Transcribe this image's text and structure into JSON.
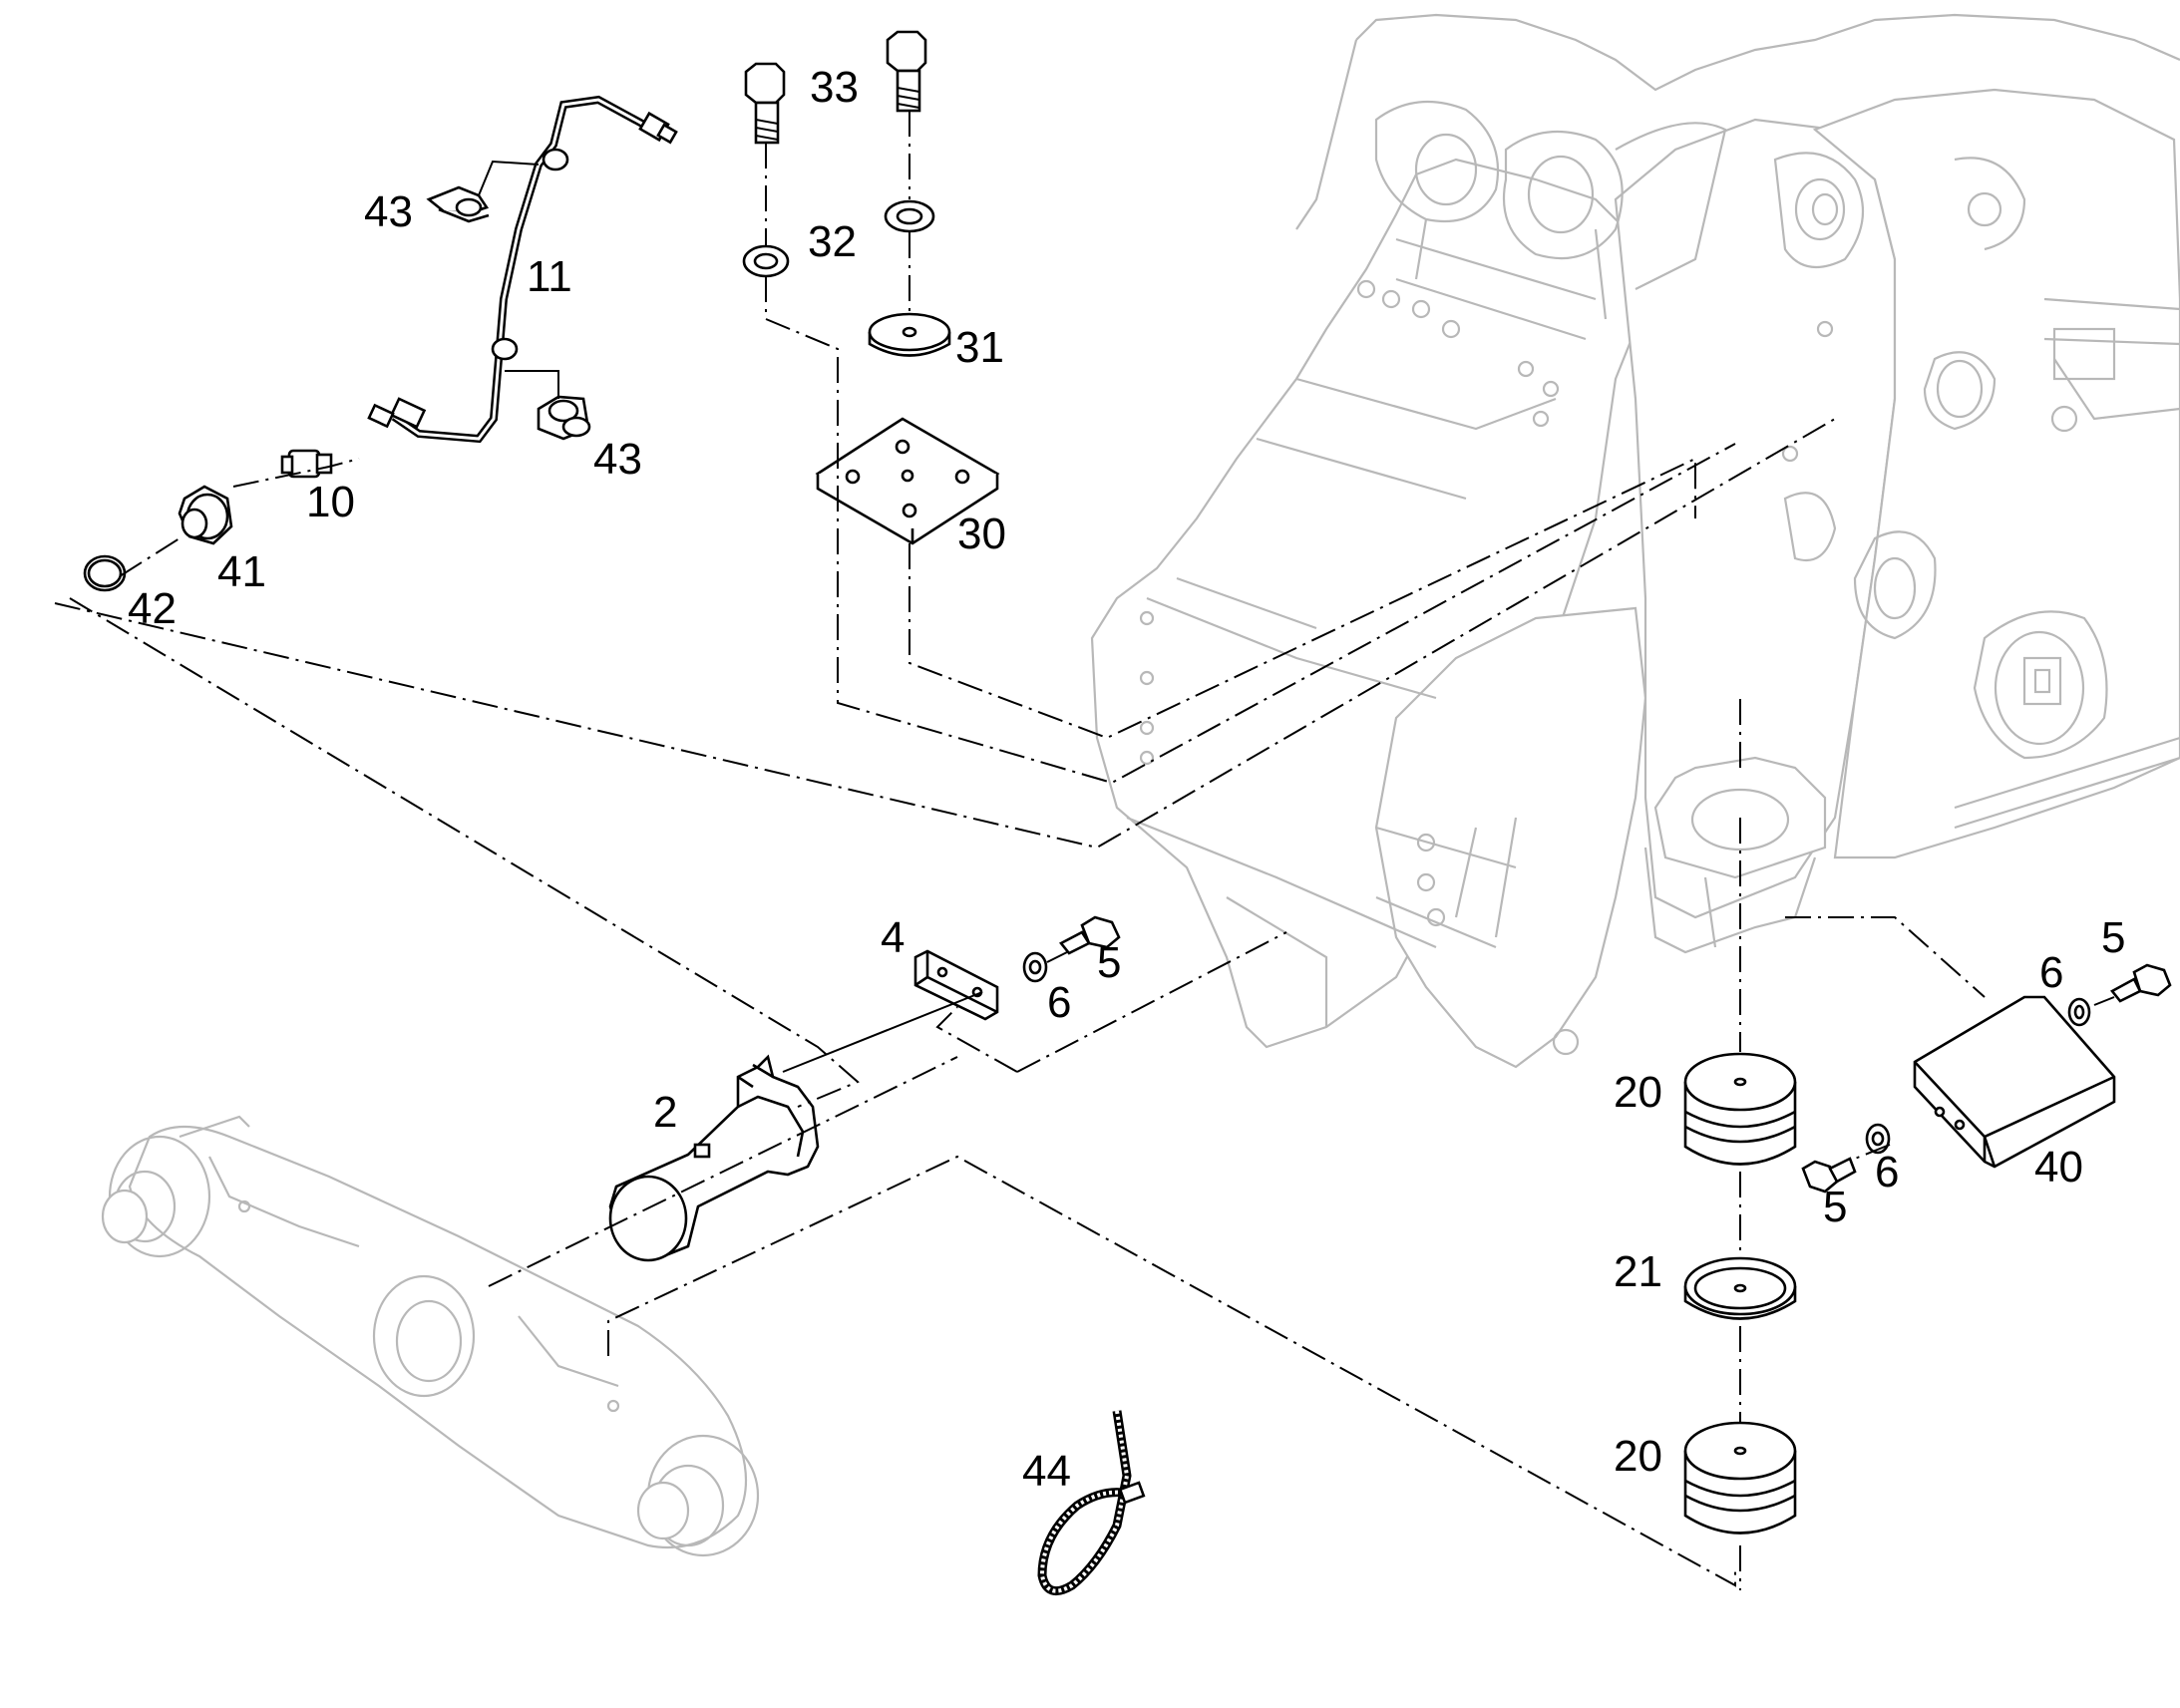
{
  "diagram": {
    "labels": {
      "p33": "33",
      "p32": "32",
      "p31": "31",
      "p30": "30",
      "p43a": "43",
      "p43b": "43",
      "p11": "11",
      "p10": "10",
      "p41": "41",
      "p42": "42",
      "p4": "4",
      "p5a": "5",
      "p6a": "6",
      "p2": "2",
      "p5b": "5",
      "p6b": "6",
      "p20a": "20",
      "p40": "40",
      "p6c": "6",
      "p5c": "5",
      "p21": "21",
      "p20b": "20",
      "p44": "44"
    }
  }
}
